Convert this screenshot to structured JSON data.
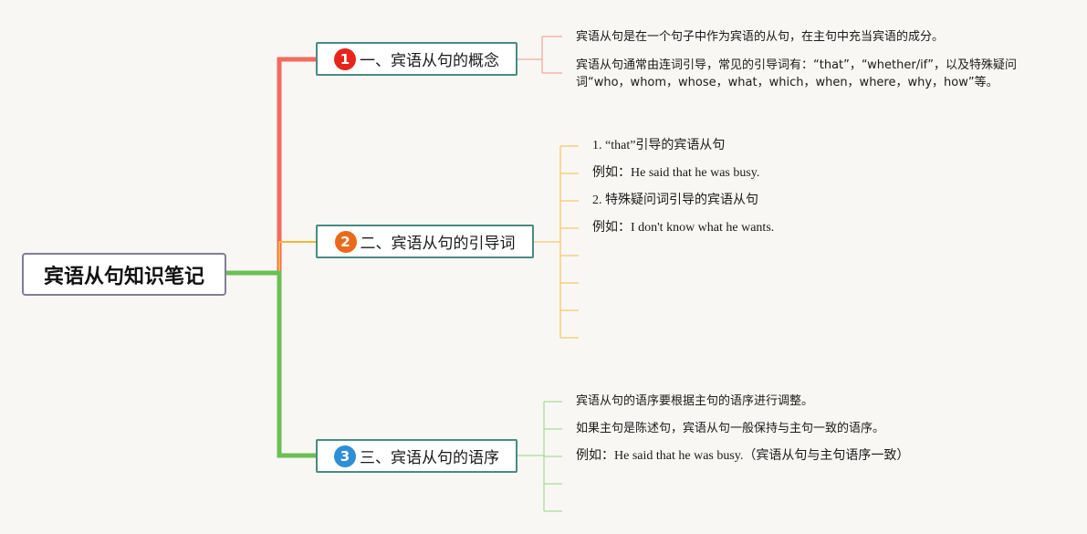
{
  "root": {
    "label": "宾语从句知识笔记"
  },
  "branches": [
    {
      "number": "1",
      "label": "一、宾语从句的概念",
      "color": "#f26b5e",
      "badge_color": "#e8251b",
      "leaves": [
        "宾语从句是在一个句子中作为宾语的从句，在主句中充当宾语的成分。",
        "宾语从句通常由连词引导，常见的引导词有：“that”，“whether/if”，以及特殊疑问",
        "词“who，whom，whose，what，which，when，where，why，how”等。"
      ]
    },
    {
      "number": "2",
      "label": "二、宾语从句的引导词",
      "color": "#f5b731",
      "badge_color": "#ea6a1c",
      "leaves": [
        "1. “that”引导的宾语从句",
        "例如：He said that he was busy.",
        "2. 特殊疑问词引导的宾语从句",
        "例如：I don't know what he wants."
      ]
    },
    {
      "number": "3",
      "label": "三、宾语从句的语序",
      "color": "#6cbf55",
      "badge_color": "#2e8fd6",
      "leaves": [
        "宾语从句的语序要根据主句的语序进行调整。",
        "如果主句是陈述句，宾语从句一般保持与主句一致的语序。",
        "例如：He said that he was busy.（宾语从句与主句语序一致）"
      ]
    }
  ]
}
